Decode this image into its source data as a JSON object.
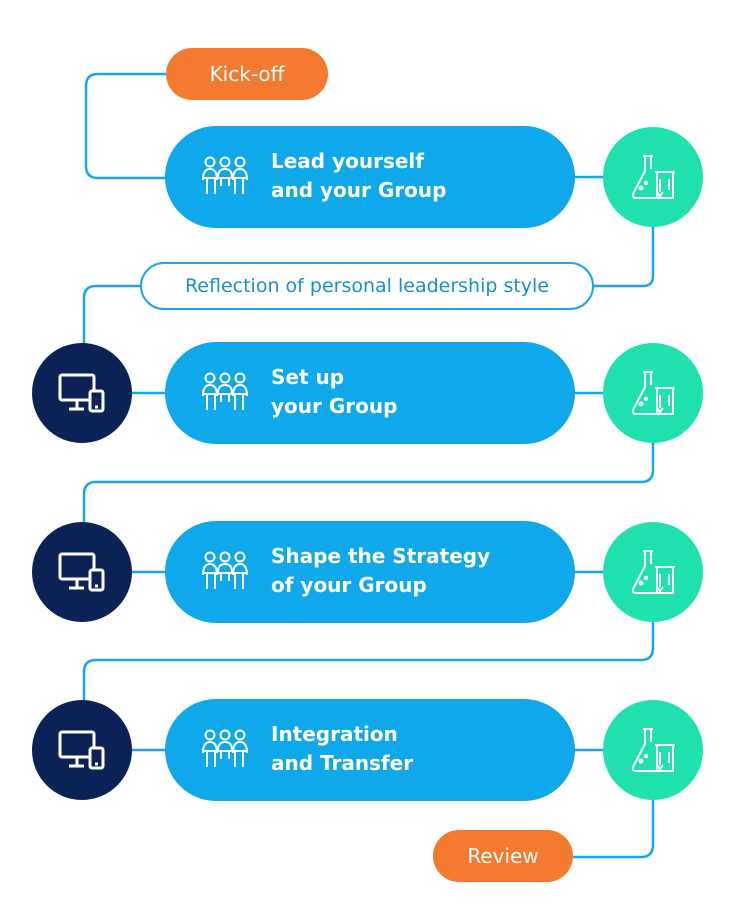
{
  "colors": {
    "orange": "#f47a30",
    "module_blue": "#0fa8ea",
    "connector_blue": "#1aa6e4",
    "green": "#1fe1b0",
    "navy": "#0b2257"
  },
  "kickoff": {
    "label": "Kick-off"
  },
  "reflection": {
    "label": "Reflection of personal leadership style"
  },
  "review": {
    "label": "Review"
  },
  "modules": [
    {
      "line1": "Lead yourself",
      "line2": "and your Group",
      "icon": "group-meeting-icon"
    },
    {
      "line1": "Set up",
      "line2": "your Group",
      "icon": "group-meeting-icon"
    },
    {
      "line1": "Shape the Strategy",
      "line2": "of your Group",
      "icon": "group-meeting-icon"
    },
    {
      "line1": "Integration",
      "line2": "and Transfer",
      "icon": "group-meeting-icon"
    }
  ],
  "side_icons": {
    "lab": "lab-flask-icon",
    "digital": "computer-device-icon"
  }
}
